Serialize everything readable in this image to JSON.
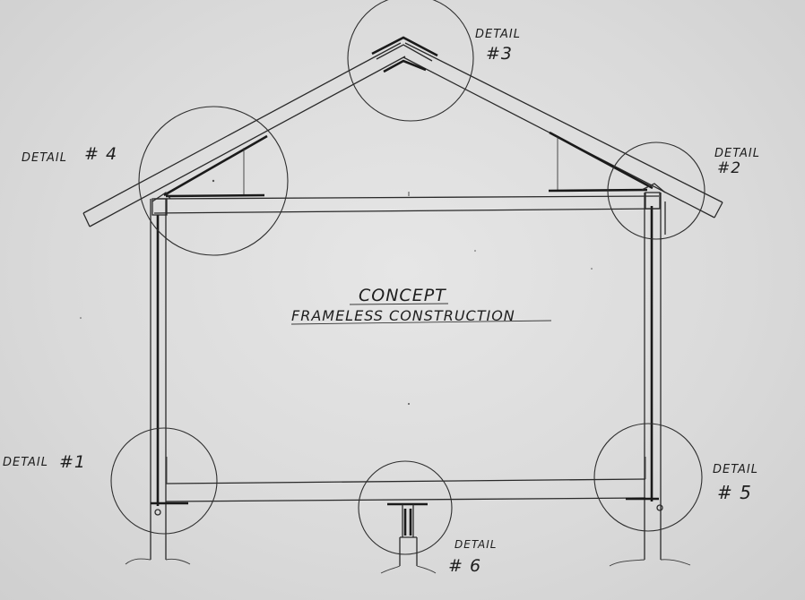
{
  "title": {
    "line1": "CONCEPT",
    "line2": "FRAMELESS CONSTRUCTION"
  },
  "details": {
    "d1": {
      "word": "DETAIL",
      "num": "#1"
    },
    "d2": {
      "word": "DETAIL",
      "num": "#2"
    },
    "d3": {
      "word": "DETAIL",
      "num": "#3"
    },
    "d4": {
      "word": "DETAIL",
      "num": "# 4"
    },
    "d5": {
      "word": "DETAIL",
      "num": "# 5"
    },
    "d6": {
      "word": "DETAIL",
      "num": "# 6"
    }
  },
  "colors": {
    "paper": "#dcdcdc",
    "ink": "#2a2a2a"
  }
}
